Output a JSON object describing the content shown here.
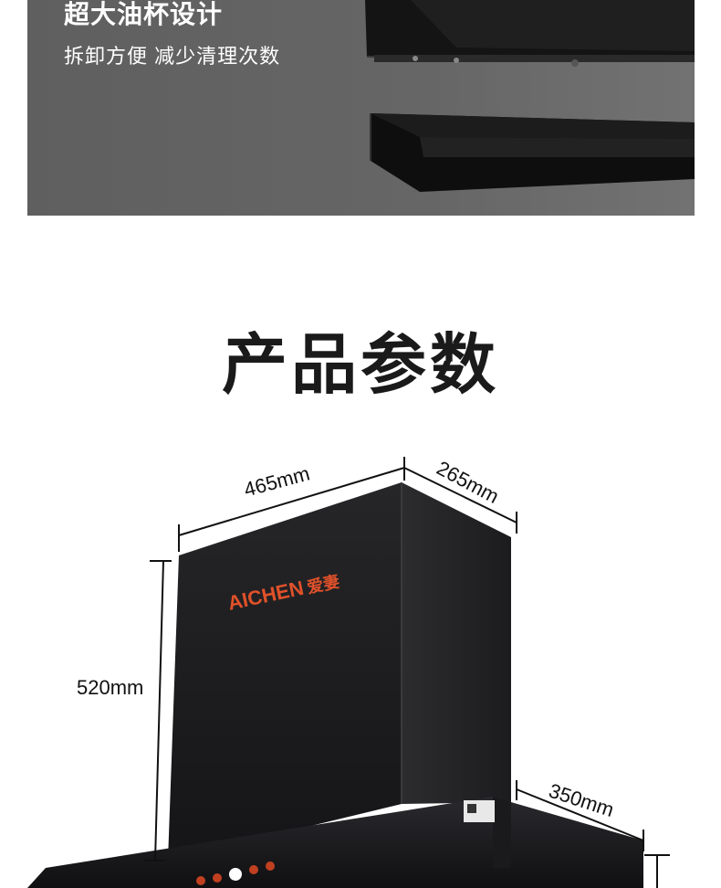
{
  "banner": {
    "title": "超大油杯设计",
    "subtitle": "拆卸方便  减少清理次数"
  },
  "section": {
    "title": "产品参数"
  },
  "product": {
    "brand": "AICHEN",
    "brand_cn": "爱妻",
    "brand_color": "#e0512a",
    "dimensions": {
      "width": "465mm",
      "depth": "265mm",
      "height": "520mm",
      "hood_depth": "350mm"
    }
  }
}
